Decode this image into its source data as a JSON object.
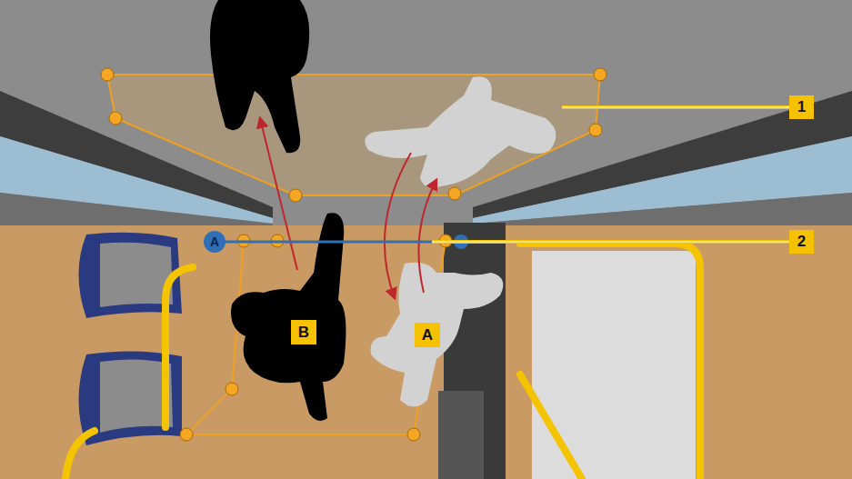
{
  "diagram": {
    "labels": [
      "1",
      "A",
      "2",
      "B",
      "A"
    ]
  }
}
